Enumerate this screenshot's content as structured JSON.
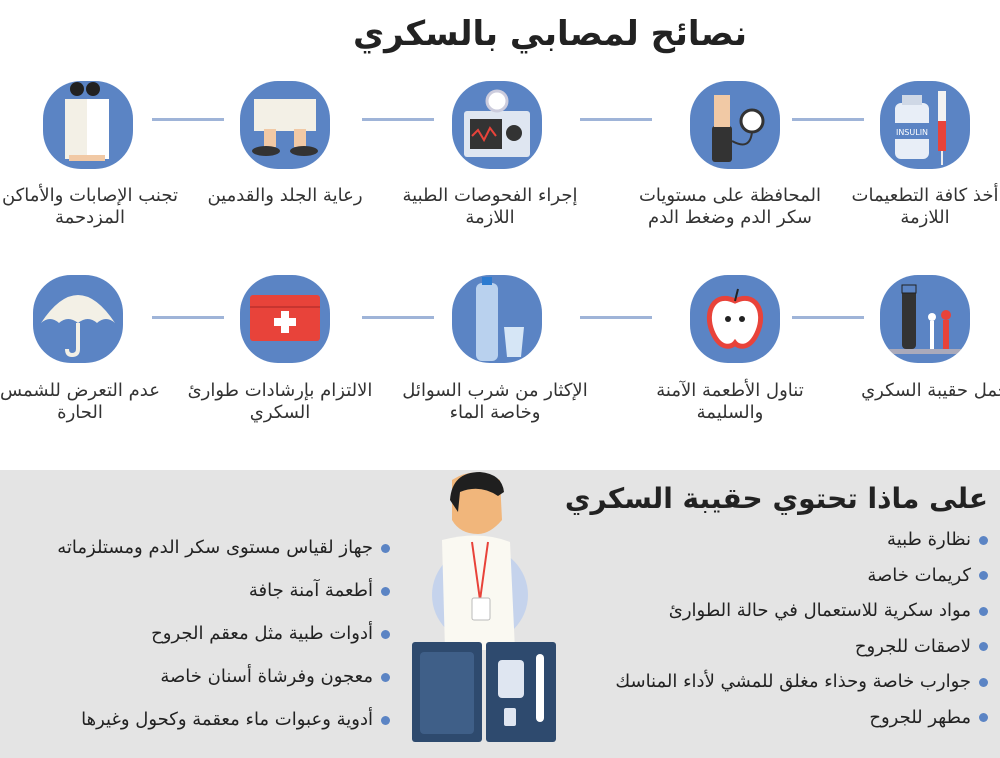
{
  "title": "نصائح لمصابي بالسكري",
  "tips_row1": [
    {
      "icon": "insulin-vial-syringe-icon",
      "label": "أخذ كافة التطعيمات اللازمة"
    },
    {
      "icon": "blood-pressure-monitor-icon",
      "label": "المحافظة على مستويات سكر الدم وضغط الدم"
    },
    {
      "icon": "medical-device-icon",
      "label": "إجراء الفحوصات الطبية اللازمة"
    },
    {
      "icon": "sandals-feet-icon",
      "label": "رعاية الجلد والقدمين"
    },
    {
      "icon": "crowd-pilgrims-icon",
      "label": "تجنب الإصابات والأماكن المزدحمة"
    }
  ],
  "tips_row2": [
    {
      "icon": "diabetes-kit-icon",
      "label": "حمل حقيبة السكري"
    },
    {
      "icon": "apple-icon",
      "label": "تناول الأطعمة الآمنة والسليمة"
    },
    {
      "icon": "water-bottle-icon",
      "label": "الإكثار من شرب السوائل وخاصة الماء"
    },
    {
      "icon": "first-aid-kit-icon",
      "label": "الالتزام بإرشادات طوارئ السكري"
    },
    {
      "icon": "umbrella-icon",
      "label": "عدم التعرض للشمس الحارة"
    }
  ],
  "bag": {
    "title": "على ماذا تحتوي حقيبة السكري",
    "right_items": [
      "نظارة طبية",
      "كريمات خاصة",
      "مواد سكرية للاستعمال في حالة الطوارئ",
      "لاصقات للجروح",
      "جوارب خاصة وحذاء مغلق للمشي لأداء المناسك",
      "مطهر للجروح"
    ],
    "left_items": [
      "جهاز لقياس مستوى سكر الدم ومستلزماته",
      "أطعمة آمنة جافة",
      "أدوات طبية مثل معقم الجروح",
      "معجون وفرشاة أسنان خاصة",
      "أدوية وعبوات ماء معقمة وكحول وغيرها"
    ]
  },
  "colors": {
    "accent": "#5b84c4",
    "panel": "#e4e4e4",
    "red": "#e8433a"
  }
}
